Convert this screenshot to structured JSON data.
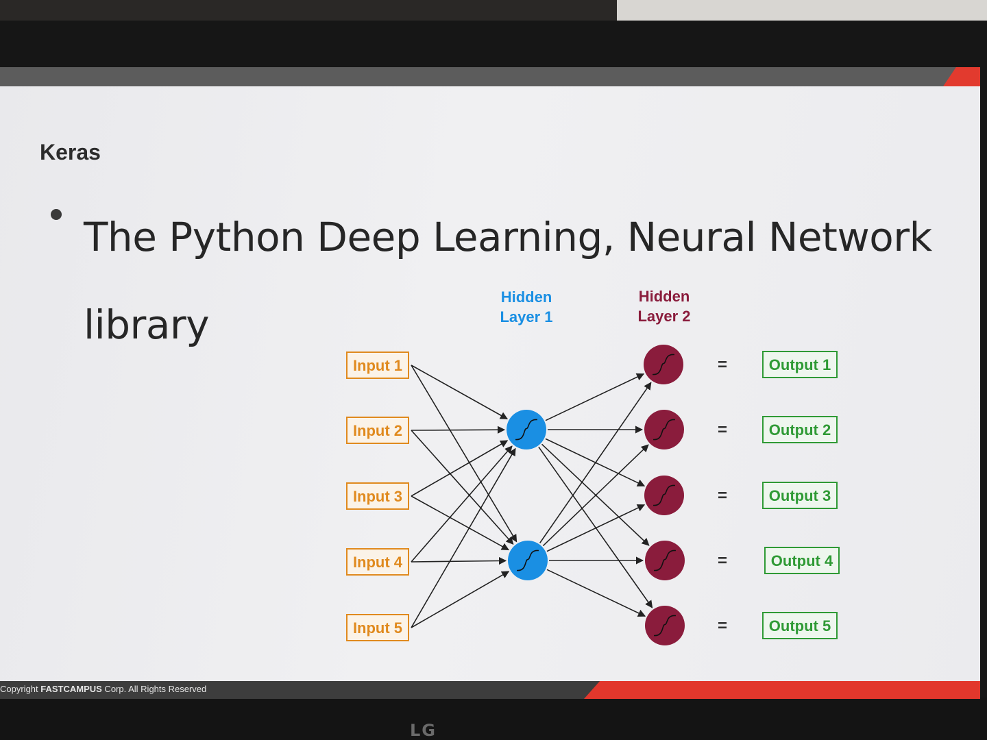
{
  "slide": {
    "title": "Keras",
    "bullet": "The Python Deep Learning, Neural Network library",
    "footer": {
      "prefix": "Copyright ",
      "company": "FASTCAMPUS",
      "suffix": " Corp. All Rights Reserved"
    },
    "monitor_brand": "LG"
  },
  "diagram": {
    "colors": {
      "input": "#e08a1e",
      "hidden1": "#1a8fe3",
      "hidden2": "#8a1c3c",
      "output": "#2f9a35",
      "edge": "#222222"
    },
    "layers": {
      "hidden1_label": [
        "Hidden",
        "Layer 1"
      ],
      "hidden2_label": [
        "Hidden",
        "Layer 2"
      ]
    },
    "inputs": [
      "Input 1",
      "Input 2",
      "Input 3",
      "Input 4",
      "Input 5"
    ],
    "hidden1_count": 2,
    "hidden2_count": 5,
    "equals_sign": "=",
    "outputs": [
      "Output 1",
      "Output 2",
      "Output 3",
      "Output 4",
      "Output 5"
    ],
    "activation_icon": "sigmoid-curve-icon"
  }
}
